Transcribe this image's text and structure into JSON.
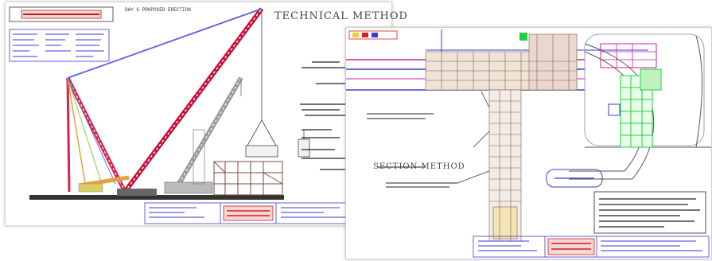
{
  "left_sheet": {
    "title": "TECHNICAL METHOD",
    "header_note": "DAY 6 PROPOSED ERECTION",
    "title_block_stamp": ""
  },
  "right_sheet": {
    "section_label": "SECTION METHOD",
    "title_block_stamp": ""
  },
  "colors": {
    "boom_red": "#c8103a",
    "jib_pink": "#e0607a",
    "stay_blue": "#5a62e0",
    "stay_orange": "#e8a040",
    "grid_green": "#22cc44",
    "grid_magenta": "#cc2299",
    "stamp_red": "#d81c1c"
  }
}
